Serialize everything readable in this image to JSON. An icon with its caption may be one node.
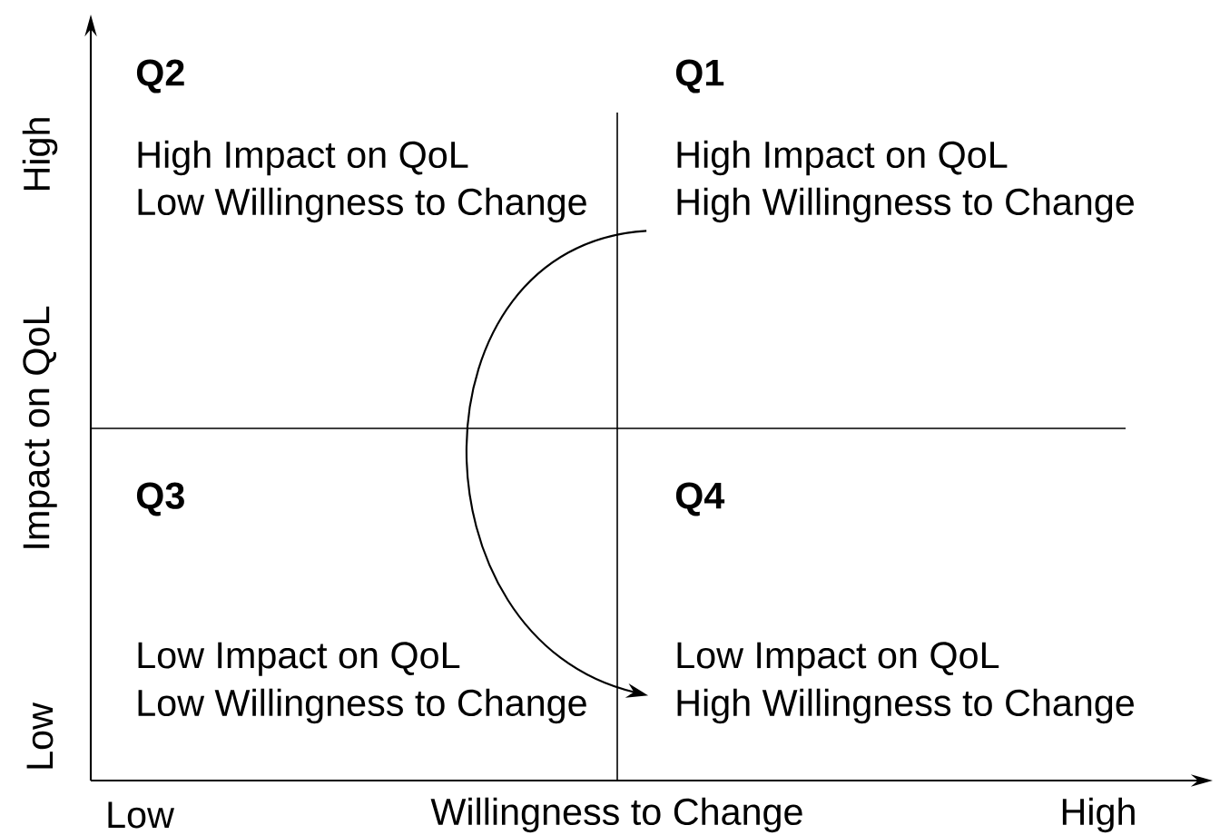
{
  "diagram": {
    "nodes": [
      {
        "text": [
          "Q2",
          "High Impact on QoL",
          "Low Willingness to Change"
        ]
      },
      {
        "text": [
          "Q1",
          "High Impact on QoL",
          "High Willingness to Change"
        ]
      },
      {
        "text": [
          "Q3",
          "Low Impact on QoL",
          "Low Willingness to Change"
        ]
      },
      {
        "text": [
          "Q4",
          "Low Impact on QoL",
          "High Willingness to Change"
        ]
      }
    ],
    "edges": [
      {
        "from": 1,
        "to": 3,
        "arrow": "to"
      }
    ],
    "labels": [
      "High",
      "Impact on QoL",
      "Low",
      "Low",
      "Willingness to Change",
      "High"
    ]
  }
}
